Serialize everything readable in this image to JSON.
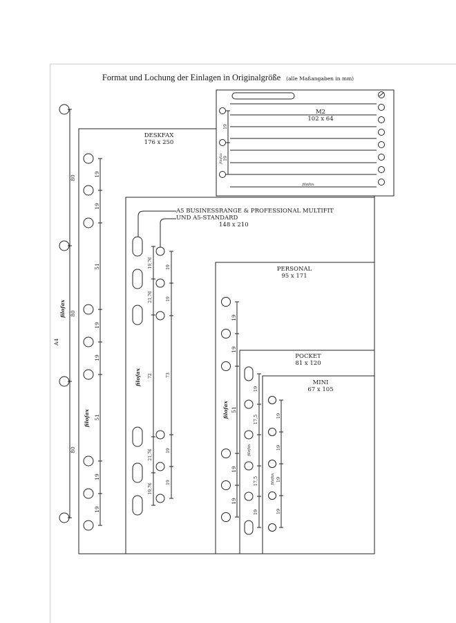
{
  "title": {
    "main": "Format und Lochung der Einlagen in Originalgröße",
    "note": "(alle Maßangaben in mm)"
  },
  "colors": {
    "line": "#222222",
    "frame": "#cfcfcf",
    "background": "#ffffff"
  },
  "formats": {
    "m2": {
      "name": "M2",
      "size": "102 x 64"
    },
    "deskfax": {
      "name": "DESKFAX",
      "size": "176 x 250"
    },
    "a5": {
      "name_line1": "A5 BUSINESSRANGE & PROFESSIONAL MULTIFIT",
      "name_line2": "UND A5-STANDARD",
      "size": "148 x 210"
    },
    "personal": {
      "name": "PERSONAL",
      "size": "95 x 171"
    },
    "pocket": {
      "name": "POCKET",
      "size": "81 x 120"
    },
    "mini": {
      "name": "MINI",
      "size": "67 x 105"
    }
  },
  "a4": {
    "label": "A4",
    "brand": "filofax",
    "dims": [
      "80",
      "80",
      "80"
    ]
  },
  "deskfax_dims": [
    "19",
    "19",
    "51",
    "19",
    "19",
    "51",
    "19",
    "19"
  ],
  "deskfax_brand": "filofax",
  "a5_inner_dims": [
    "19,76",
    "21,76",
    "72",
    "21,76",
    "19,76"
  ],
  "a5_outer_dims": [
    "19",
    "19",
    "73",
    "19",
    "19"
  ],
  "a5_brand": "filofax",
  "personal_dims": [
    "19",
    "19",
    "51",
    "19",
    "19"
  ],
  "personal_brand": "filofax",
  "pocket_dims": [
    "19",
    "17,5",
    "17,5",
    "19"
  ],
  "pocket_brand": "filofax",
  "mini_dims": [
    "19",
    "19",
    "19",
    "19"
  ],
  "mini_brand": "filofax",
  "m2_dims": [
    "19",
    "19"
  ],
  "m2_brand": "filofax",
  "m2_footer_brand": "filofax"
}
